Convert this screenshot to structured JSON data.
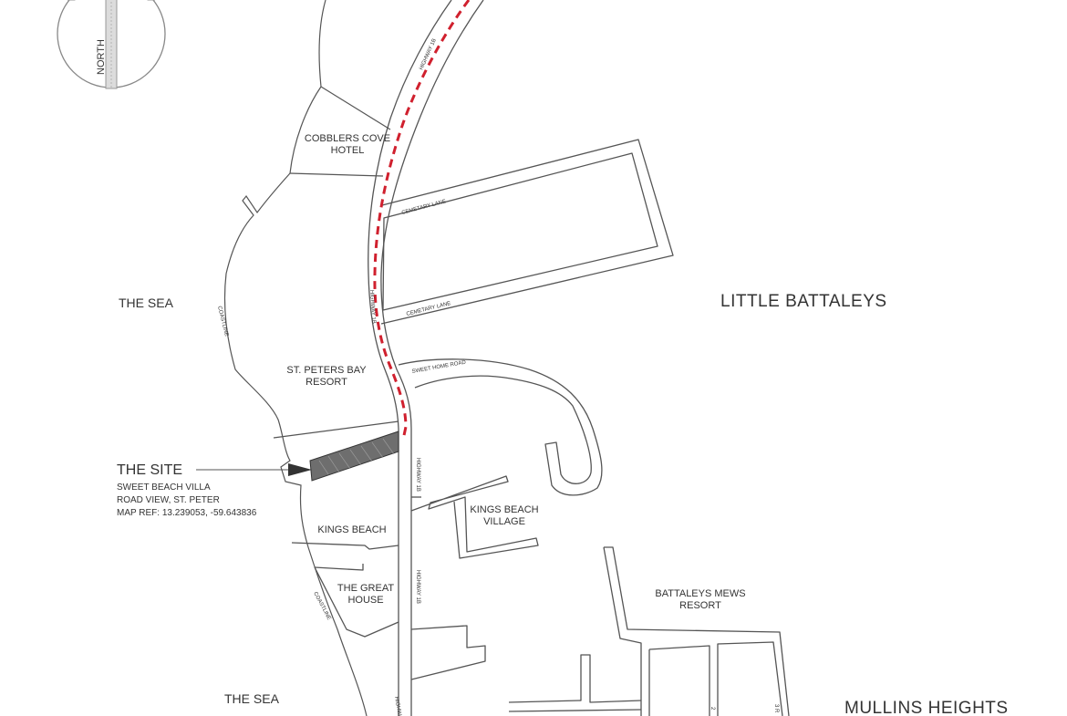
{
  "compass": {
    "label": "NORTH"
  },
  "areas": {
    "little_battaleys": "LITTLE BATTALEYS",
    "mullins_heights": "MULLINS HEIGHTS",
    "the_sea_top": "THE SEA",
    "the_sea_bottom": "THE SEA"
  },
  "places": {
    "cobblers_cove": [
      "COBBLERS COVE",
      "HOTEL"
    ],
    "st_peters_bay": [
      "ST. PETERS BAY",
      "RESORT"
    ],
    "kings_beach": "KINGS BEACH",
    "kings_beach_village": [
      "KINGS BEACH",
      "VILLAGE"
    ],
    "the_great_house": [
      "THE GREAT",
      "HOUSE"
    ],
    "battaleys_mews": [
      "BATTALEYS MEWS",
      "RESORT"
    ]
  },
  "site": {
    "title": "THE SITE",
    "line1": "SWEET BEACH VILLA",
    "line2": "ROAD VIEW, ST. PETER",
    "line3": "MAP REF: 13.239053, -59.643836"
  },
  "roads": {
    "highway_1b_a": "HIGHWAY 1B",
    "highway_1b_b": "HIGHWAY 1B",
    "highway_1b_c": "HIGHWAY 1B",
    "highway_1b_d": "HIGHWAY 1B",
    "highway_1b_e": "HIGHWAY",
    "cemetary_lane_a": "CEMETARY LANE",
    "cemetary_lane_b": "CEMETARY LANE",
    "sweet_home_road": "SWEET HOME ROAD",
    "coastline_a": "COASTLINE",
    "coastline_b": "COASTLINE",
    "road_2": "2",
    "road_3": "3 R"
  },
  "colors": {
    "route": "#d0202e",
    "lines": "#555555",
    "site_fill": "#6e6e6e",
    "compass": "#bdbdbd"
  }
}
